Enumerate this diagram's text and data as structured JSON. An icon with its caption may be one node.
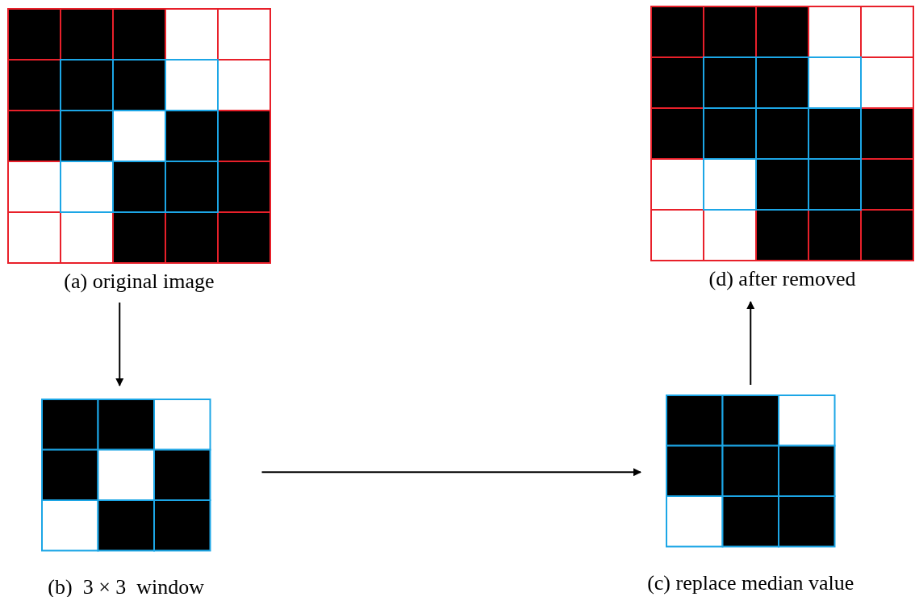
{
  "diagram": {
    "nodes": [
      {
        "text": [
          "(a) original image"
        ]
      },
      {
        "text": [
          "(b)  3 × 3  window"
        ]
      },
      {
        "text": [
          "(c) replace median value"
        ]
      },
      {
        "text": [
          "(d) after removed"
        ]
      }
    ],
    "edges": [
      {
        "from": 0,
        "to": 1,
        "arrow": "to"
      },
      {
        "from": 1,
        "to": 2,
        "arrow": "to"
      },
      {
        "from": 2,
        "to": 3,
        "arrow": "to"
      }
    ]
  }
}
